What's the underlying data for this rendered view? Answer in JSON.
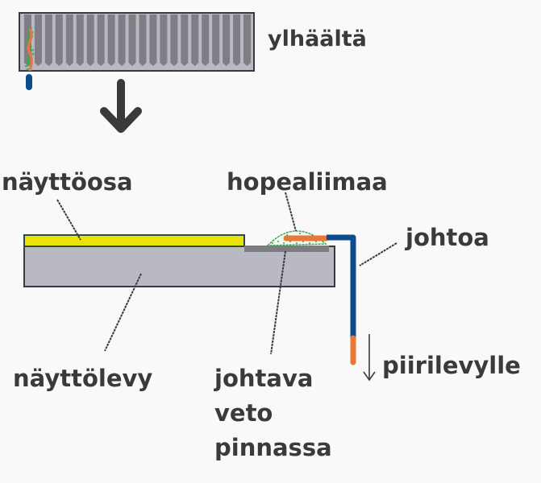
{
  "labels": {
    "top_view": "ylhäältä",
    "display_part": "näyttöosa",
    "silver_glue": "hopealiimaa",
    "wire": "johtoa",
    "display_plate": "näyttölevy",
    "conductive_trace": [
      "johtava",
      "veto",
      "pinnassa"
    ],
    "to_circuit_board": "piirilevylle"
  },
  "colors": {
    "background": "#f9f9f9",
    "text": "#3a3a3c",
    "display_layer": "#e8e40a",
    "plate": "#b8b9c3",
    "trace": "#7d7c82",
    "stripe": "#7f7e85",
    "wire": "#0e4b8c",
    "wire_tip": "#e8773a",
    "glue_outline": "#3fa74f"
  },
  "top_view": {
    "stripe_count": 22
  }
}
